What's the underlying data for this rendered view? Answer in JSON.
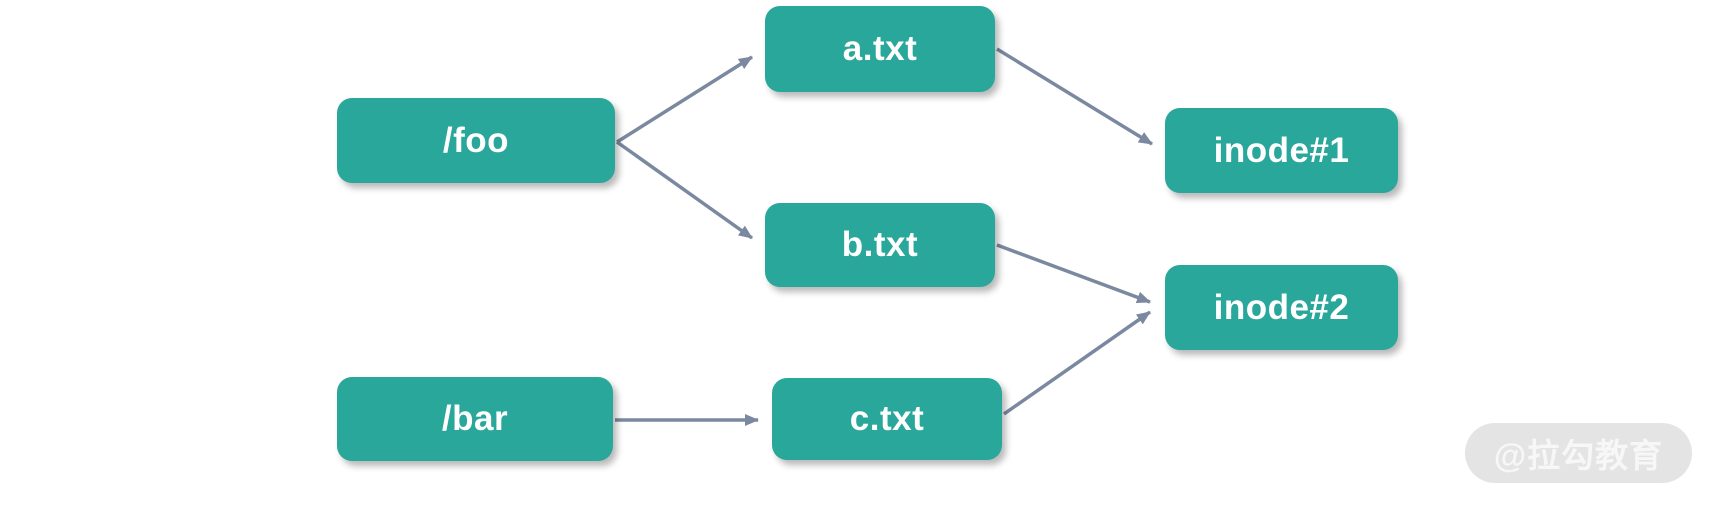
{
  "diagram": {
    "type": "graph",
    "description": "Hard-link file system diagram: directory entries pointing to files, files pointing to inodes",
    "nodes": [
      {
        "id": "foo",
        "label": "/foo"
      },
      {
        "id": "a_txt",
        "label": "a.txt"
      },
      {
        "id": "b_txt",
        "label": "b.txt"
      },
      {
        "id": "bar",
        "label": "/bar"
      },
      {
        "id": "c_txt",
        "label": "c.txt"
      },
      {
        "id": "inode1",
        "label": "inode#1"
      },
      {
        "id": "inode2",
        "label": "inode#2"
      }
    ],
    "edges": [
      {
        "from": "/foo",
        "to": "a.txt"
      },
      {
        "from": "/foo",
        "to": "b.txt"
      },
      {
        "from": "a.txt",
        "to": "inode#1"
      },
      {
        "from": "b.txt",
        "to": "inode#2"
      },
      {
        "from": "/bar",
        "to": "c.txt"
      },
      {
        "from": "c.txt",
        "to": "inode#2"
      }
    ],
    "colors": {
      "node_fill": "#2aa79b",
      "node_text": "#ffffff",
      "edge": "#7b89a0",
      "background": "#ffffff",
      "watermark_bg": "#e4e4e4",
      "watermark_text": "#f7f7f7"
    }
  },
  "watermark": {
    "text": "@拉勾教育"
  }
}
